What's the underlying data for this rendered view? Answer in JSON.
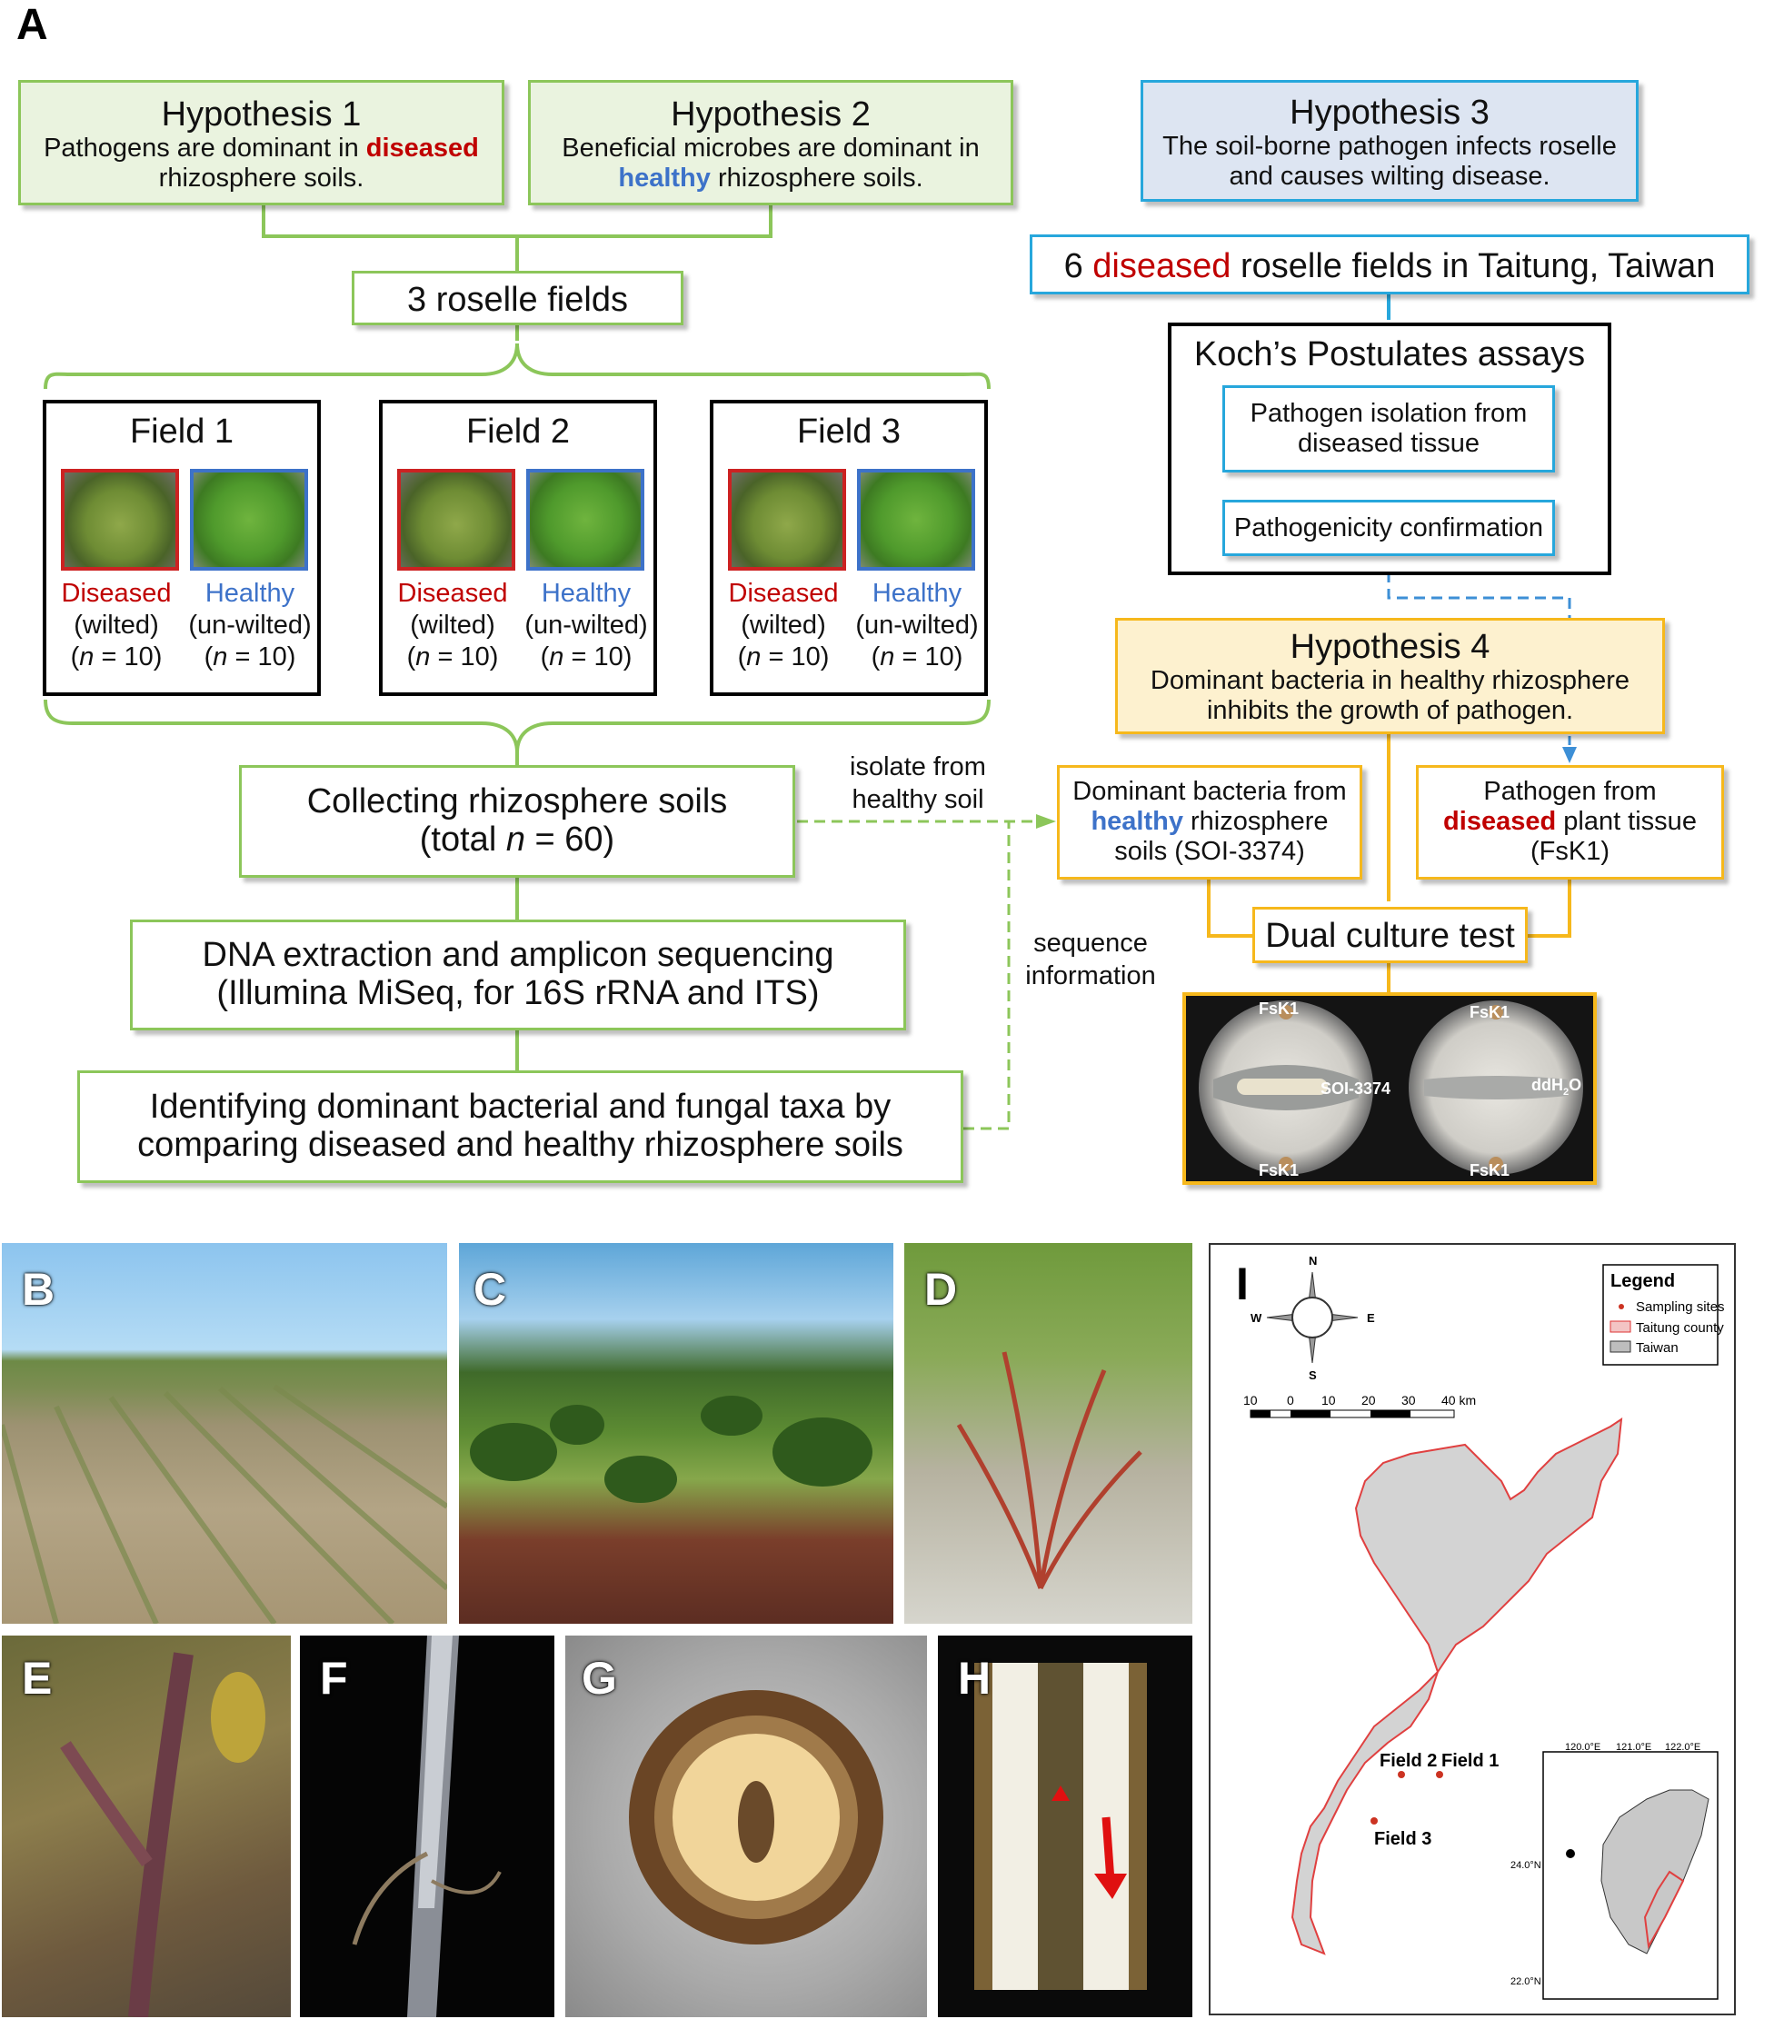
{
  "panel_labels": {
    "A": "A",
    "B": "B",
    "C": "C",
    "D": "D",
    "E": "E",
    "F": "F",
    "G": "G",
    "H": "H",
    "I": "I"
  },
  "h1": {
    "title": "Hypothesis 1",
    "line1_pre": "Pathogens are dominant in ",
    "line1_em": "diseased",
    "line2": "rhizosphere soils."
  },
  "h2": {
    "title": "Hypothesis 2",
    "line1": "Beneficial microbes are dominant in",
    "line2_em": "healthy",
    "line2_post": " rhizosphere soils."
  },
  "h3": {
    "title": "Hypothesis 3",
    "line1": "The soil-borne pathogen infects roselle",
    "line2": "and causes wilting disease."
  },
  "fields_box": "3 roselle fields",
  "six_fields": {
    "pre": "6 ",
    "em": "diseased",
    "post": " roselle fields in Taitung, Taiwan"
  },
  "fields": [
    {
      "title": "Field 1",
      "diseased": "Diseased",
      "wilted": "(wilted)",
      "healthy": "Healthy",
      "unwilted": "(un-wilted)",
      "n_label": "n",
      "n_value": " = 10)"
    },
    {
      "title": "Field 2",
      "diseased": "Diseased",
      "wilted": "(wilted)",
      "healthy": "Healthy",
      "unwilted": "(un-wilted)",
      "n_label": "n",
      "n_value": " = 10)"
    },
    {
      "title": "Field 3",
      "diseased": "Diseased",
      "wilted": "(wilted)",
      "healthy": "Healthy",
      "unwilted": "(un-wilted)",
      "n_label": "n",
      "n_value": " = 10)"
    }
  ],
  "koch": {
    "title": "Koch’s Postulates assays",
    "step1_line1": "Pathogen isolation from",
    "step1_line2": "diseased tissue",
    "step2": "Pathogenicity confirmation"
  },
  "h4": {
    "title": "Hypothesis 4",
    "line1": "Dominant bacteria in healthy rhizosphere",
    "line2": "inhibits the growth of pathogen."
  },
  "collect": {
    "line1": "Collecting rhizosphere soils",
    "line2_pre": "(total ",
    "line2_n": "n",
    "line2_post": " = 60)"
  },
  "isolate_label": {
    "line1": "isolate from",
    "line2": "healthy soil"
  },
  "dominant": {
    "line1": "Dominant bacteria from",
    "line2_em": "healthy",
    "line2_post": " rhizosphere",
    "line3": "soils (SOI-3374)"
  },
  "pathogen": {
    "line1": "Pathogen from",
    "line2_em": "diseased",
    "line2_post": " plant tissue",
    "line3": "(FsK1)"
  },
  "dna": {
    "line1": "DNA extraction and amplicon sequencing",
    "line2": "(Illumina MiSeq, for 16S rRNA and ITS)"
  },
  "seq_label": {
    "line1": "sequence",
    "line2": "information"
  },
  "dual": "Dual culture test",
  "identify": {
    "line1": "Identifying dominant bacterial and fungal taxa by",
    "line2": "comparing diseased and healthy rhizosphere soils"
  },
  "plates": {
    "fsk1": "FsK1",
    "soi": "SOI-3374",
    "ddh2o": "ddH",
    "ddh2o_sub": "2",
    "ddh2o_post": "O"
  },
  "map": {
    "legend_title": "Legend",
    "legend_items": [
      "Sampling sites",
      "Taitung county",
      "Taiwan"
    ],
    "compass": {
      "n": "N",
      "s": "S",
      "e": "E",
      "w": "W"
    },
    "scale_labels": [
      "10",
      "0",
      "10",
      "20",
      "30",
      "40 km"
    ],
    "sites": [
      "Field 1",
      "Field 2",
      "Field 3"
    ],
    "inset_lon": [
      "120.0°E",
      "121.0°E",
      "122.0°E"
    ],
    "inset_lat": [
      "24.0°N",
      "22.0°N"
    ],
    "colors": {
      "land": "#d3d3d3",
      "county_border": "#e04040",
      "site": "#cc3322"
    }
  },
  "colors": {
    "green_border": "#8cc65a",
    "blue_border": "#27a7dc",
    "yellow_border": "#f6b81c",
    "red_text": "#c00000",
    "blue_text": "#3d72c9"
  }
}
